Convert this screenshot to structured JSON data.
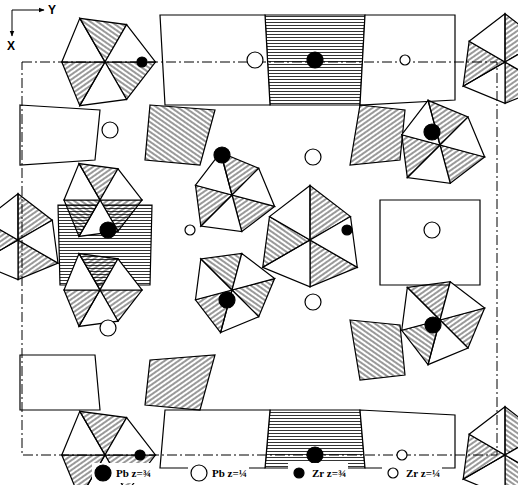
{
  "diagram": {
    "labels": [
      "X",
      "Y"
    ],
    "legend": [
      {
        "text": "Pb z=¾"
      },
      {
        "text": "Pb z=¼"
      },
      {
        "text": "Zr z=¾"
      },
      {
        "text": "Zr z=¼"
      }
    ]
  }
}
